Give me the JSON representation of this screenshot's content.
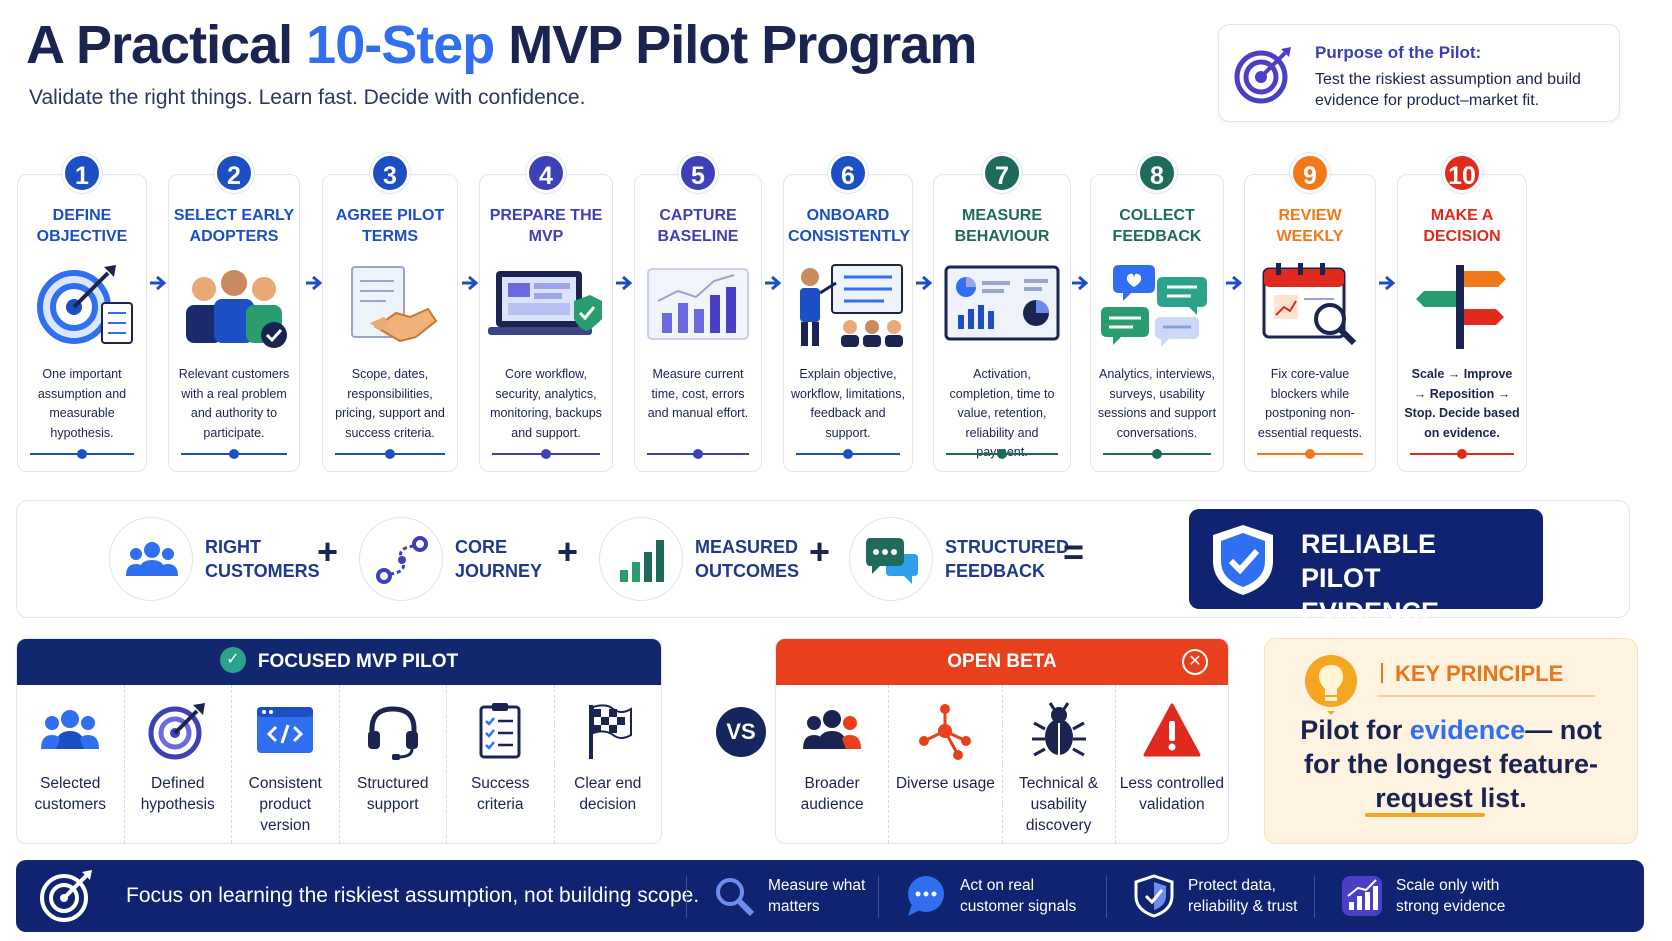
{
  "header": {
    "title_part1": "A Practical ",
    "title_accent": "10-Step",
    "title_part2": " MVP Pilot Program",
    "subtitle": "Validate the right things. Learn fast. Decide with confidence."
  },
  "purpose": {
    "title": "Purpose of the Pilot:",
    "text": "Test the riskiest assumption and build evidence for product–market fit."
  },
  "steps": [
    {
      "number": "1",
      "title": "DEFINE OBJECTIVE",
      "desc": "One important assumption and measurable hypothesis.",
      "color": "#1d4fc4",
      "icon": "target-icon"
    },
    {
      "number": "2",
      "title": "SELECT EARLY ADOPTERS",
      "desc": "Relevant customers with a real problem and authority to participate.",
      "color": "#1d4fc4",
      "icon": "people-icon"
    },
    {
      "number": "3",
      "title": "AGREE PILOT TERMS",
      "desc": "Scope, dates, responsibilities, pricing, support and success criteria.",
      "color": "#1d4fc4",
      "icon": "handshake-icon"
    },
    {
      "number": "4",
      "title": "PREPARE THE MVP",
      "desc": "Core workflow, security, analytics, monitoring, backups and support.",
      "color": "#3f3fb8",
      "icon": "laptop-shield-icon"
    },
    {
      "number": "5",
      "title": "CAPTURE BASELINE",
      "desc": "Measure current time, cost, errors and manual effort.",
      "color": "#3f3fb8",
      "icon": "bar-chart-icon"
    },
    {
      "number": "6",
      "title": "ONBOARD CONSISTENTLY",
      "desc": "Explain objective, workflow, limitations, feedback and support.",
      "color": "#1d4fc4",
      "icon": "presentation-icon"
    },
    {
      "number": "7",
      "title": "MEASURE BEHAVIOUR",
      "desc": "Activation, completion, time to value, retention, reliability and payment.",
      "color": "#1e6b5c",
      "icon": "dashboard-icon"
    },
    {
      "number": "8",
      "title": "COLLECT FEEDBACK",
      "desc": "Analytics, interviews, surveys, usability sessions and support conversations.",
      "color": "#1e6b5c",
      "icon": "chat-bubbles-icon"
    },
    {
      "number": "9",
      "title": "REVIEW WEEKLY",
      "desc": "Fix core-value blockers while postponing non-essential requests.",
      "color": "#f07a1a",
      "icon": "calendar-search-icon"
    },
    {
      "number": "10",
      "title": "MAKE A DECISION",
      "desc": "Scale → Improve → Reposition → Stop. Decide based on evidence.",
      "color": "#e02a1e",
      "icon": "signpost-icon"
    }
  ],
  "equation": {
    "items": [
      {
        "label": "RIGHT CUSTOMERS",
        "icon": "group-icon"
      },
      {
        "label": "CORE JOURNEY",
        "icon": "journey-icon"
      },
      {
        "label": "MEASURED OUTCOMES",
        "icon": "growth-bars-icon"
      },
      {
        "label": "STRUCTURED FEEDBACK",
        "icon": "speech-bubbles-icon"
      }
    ],
    "plus": "+",
    "equals": "=",
    "result": "RELIABLE PILOT EVIDENCE"
  },
  "focused": {
    "title": "FOCUSED MVP PILOT",
    "items": [
      {
        "label": "Selected customers",
        "icon": "group-icon"
      },
      {
        "label": "Defined hypothesis",
        "icon": "target-icon"
      },
      {
        "label": "Consistent product version",
        "icon": "code-window-icon"
      },
      {
        "label": "Structured support",
        "icon": "headset-icon"
      },
      {
        "label": "Success criteria",
        "icon": "checklist-icon"
      },
      {
        "label": "Clear end decision",
        "icon": "finish-flag-icon"
      }
    ]
  },
  "vs": "VS",
  "beta": {
    "title": "OPEN BETA",
    "items": [
      {
        "label": "Broader audience",
        "icon": "group-icon"
      },
      {
        "label": "Diverse usage",
        "icon": "network-icon"
      },
      {
        "label": "Technical & usability discovery",
        "icon": "bug-icon"
      },
      {
        "label": "Less controlled validation",
        "icon": "warning-icon"
      }
    ]
  },
  "principle": {
    "title": "KEY PRINCIPLE",
    "quote_part1": "Pilot for ",
    "quote_accent": "evidence",
    "quote_part2": "— not for the longest feature-request list."
  },
  "footer": {
    "main": "Focus on learning the riskiest assumption, not building scope.",
    "items": [
      {
        "label": "Measure what matters",
        "icon": "magnifier-icon"
      },
      {
        "label": "Act on real customer signals",
        "icon": "chat-icon"
      },
      {
        "label": "Protect data, reliability & trust",
        "icon": "shield-icon"
      },
      {
        "label": "Scale only with strong evidence",
        "icon": "growth-chart-icon"
      }
    ]
  },
  "colors": {
    "navy": "#0f2370",
    "blue": "#2f6ff0",
    "beta_red": "#e8401c",
    "principle_orange": "#e8761c"
  }
}
